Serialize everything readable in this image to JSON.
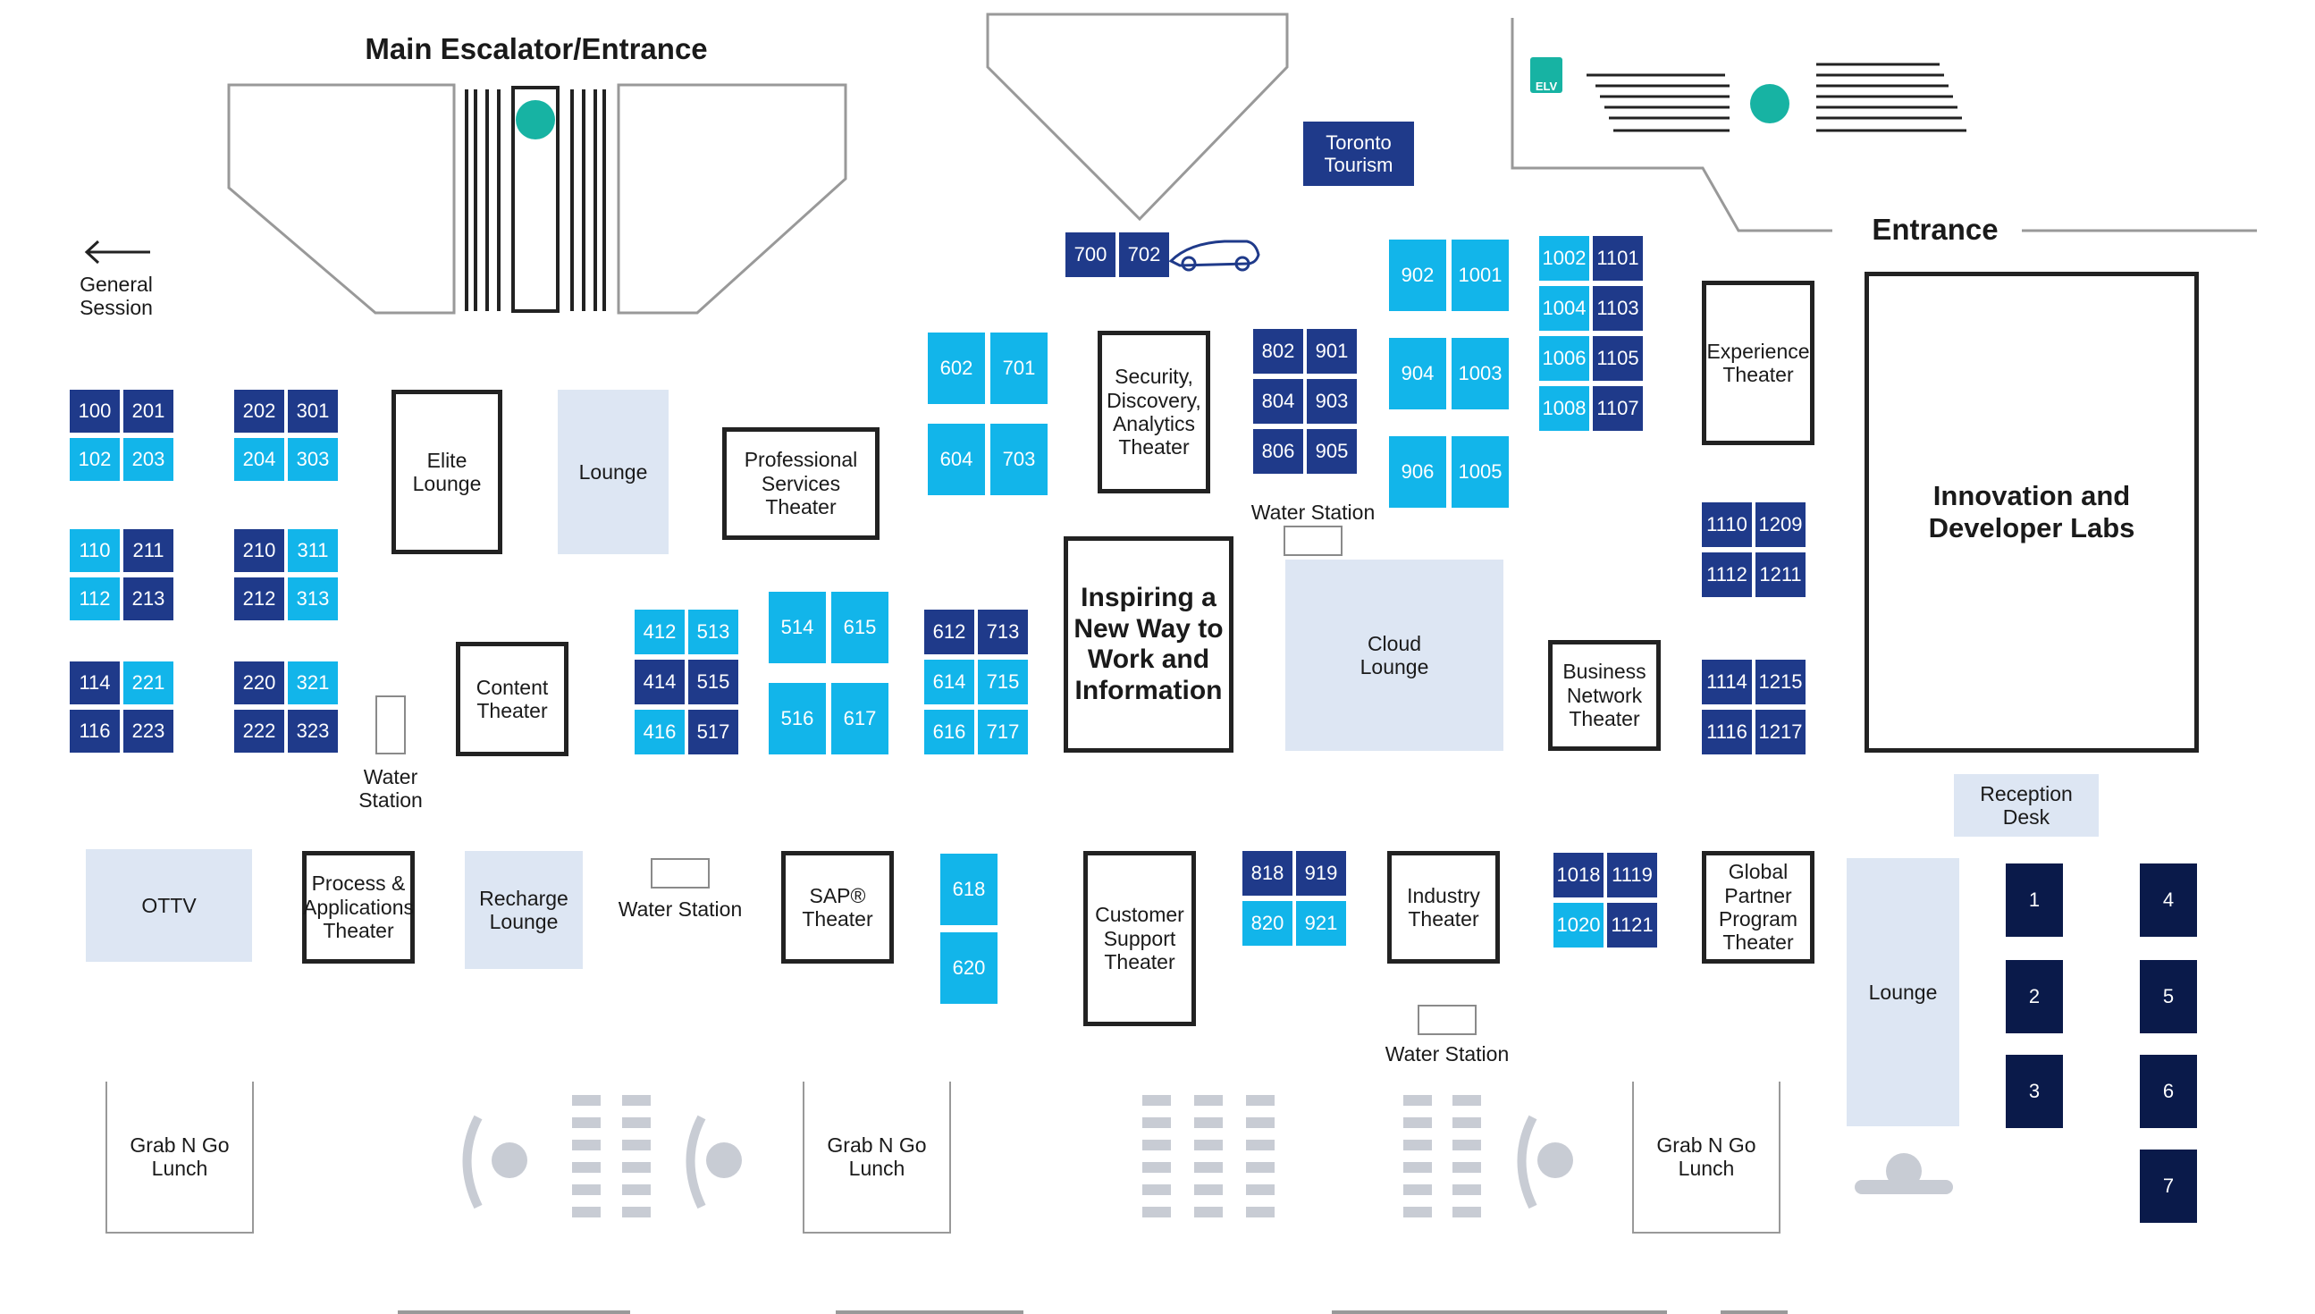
{
  "colors": {
    "booth_dark": "#1f3a8a",
    "booth_light": "#12b5ea",
    "booth_navy": "#0a1a4a",
    "lounge": "#dde6f3",
    "escalator_icon": "#17b3a3"
  },
  "top": {
    "main_entrance": "Main Escalator/Entrance",
    "general_session": "General\nSession",
    "entrance": "Entrance",
    "elv": "ELV",
    "toronto_tourism": "Toronto\nTourism"
  },
  "booths": {
    "b100": "100",
    "b201": "201",
    "b102": "102",
    "b203": "203",
    "b202": "202",
    "b301": "301",
    "b204": "204",
    "b303": "303",
    "b110": "110",
    "b211": "211",
    "b112": "112",
    "b213": "213",
    "b210": "210",
    "b311": "311",
    "b212": "212",
    "b313": "313",
    "b114": "114",
    "b221": "221",
    "b116": "116",
    "b223": "223",
    "b220": "220",
    "b321": "321",
    "b222": "222",
    "b323": "323",
    "b412": "412",
    "b513": "513",
    "b414": "414",
    "b515": "515",
    "b416": "416",
    "b517": "517",
    "b514": "514",
    "b615": "615",
    "b516": "516",
    "b617": "617",
    "b602": "602",
    "b701": "701",
    "b604": "604",
    "b703": "703",
    "b612": "612",
    "b713": "713",
    "b614": "614",
    "b715": "715",
    "b616": "616",
    "b717": "717",
    "b618": "618",
    "b620": "620",
    "b700": "700",
    "b702": "702",
    "b802": "802",
    "b901": "901",
    "b804": "804",
    "b903": "903",
    "b806": "806",
    "b905": "905",
    "b902": "902",
    "b1001": "1001",
    "b904": "904",
    "b1003": "1003",
    "b906": "906",
    "b1005": "1005",
    "b1002": "1002",
    "b1101": "1101",
    "b1004": "1004",
    "b1103": "1103",
    "b1006": "1006",
    "b1105": "1105",
    "b1008": "1008",
    "b1107": "1107",
    "b818": "818",
    "b919": "919",
    "b820": "820",
    "b921": "921",
    "b1018": "1018",
    "b1119": "1119",
    "b1020": "1020",
    "b1121": "1121",
    "b1110": "1110",
    "b1209": "1209",
    "b1112": "1112",
    "b1211": "1211",
    "b1114": "1114",
    "b1215": "1215",
    "b1116": "1116",
    "b1217": "1217",
    "b1": "1",
    "b2": "2",
    "b3": "3",
    "b4": "4",
    "b5": "5",
    "b6": "6",
    "b7": "7"
  },
  "areas": {
    "elite_lounge": "Elite\nLounge",
    "lounge_top": "Lounge",
    "professional_services": "Professional\nServices\nTheater",
    "security_theater": "Security,\nDiscovery,\nAnalytics\nTheater",
    "content_theater": "Content\nTheater",
    "inspiring": "Inspiring a\nNew Way to\nWork and\nInformation",
    "cloud_lounge": "Cloud\nLounge",
    "experience_theater": "Experience\nTheater",
    "innovation": "Innovation and\nDeveloper Labs",
    "business_network": "Business\nNetwork\nTheater",
    "reception": "Reception\nDesk",
    "ottv": "OTTV",
    "process_theater": "Process &\nApplications\nTheater",
    "recharge": "Recharge\nLounge",
    "sap_theater": "SAP®\nTheater",
    "customer_support": "Customer\nSupport\nTheater",
    "industry_theater": "Industry\nTheater",
    "global_partner": "Global\nPartner\nProgram\nTheater",
    "lounge_right": "Lounge",
    "grab1": "Grab N Go\nLunch",
    "grab2": "Grab N Go\nLunch",
    "grab3": "Grab N Go\nLunch"
  },
  "water": {
    "w1": "Water\nStation",
    "w2": "Water Station",
    "w3": "Water Station",
    "w4": "Water Station"
  }
}
